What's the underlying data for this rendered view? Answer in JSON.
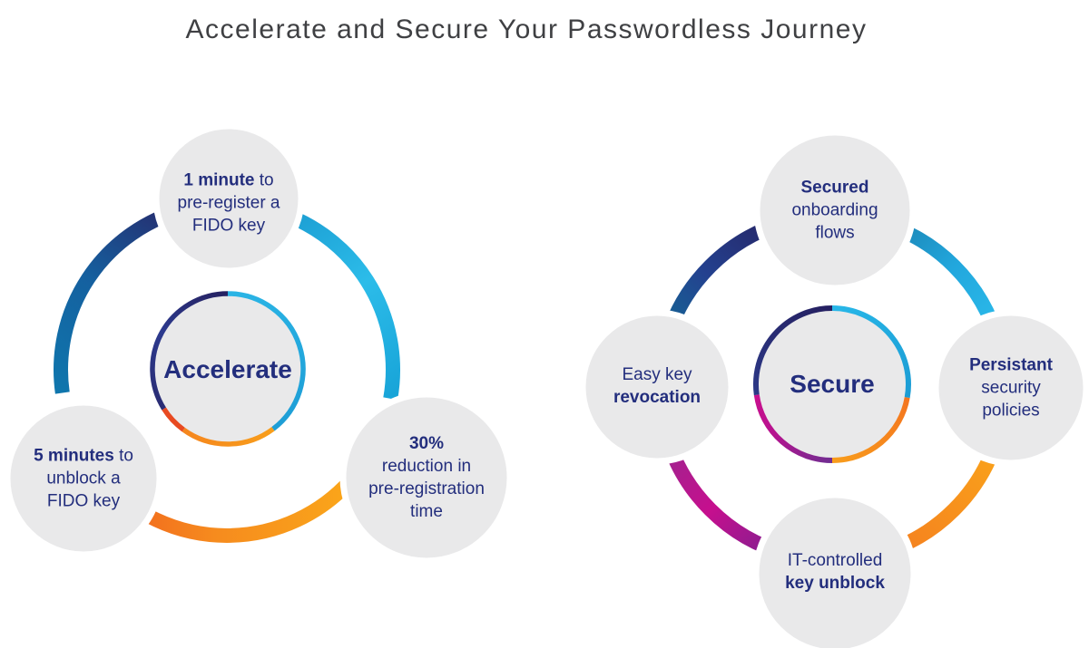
{
  "title": "Accelerate and Secure Your Passwordless Journey",
  "colors": {
    "title_text": "#3f4043",
    "label_text": "#232e7d",
    "circle_fill": "#e9e9ea",
    "navy_dark": "#262262",
    "navy": "#2b3a8e",
    "teal_blue": "#0f76ad",
    "cyan": "#29b6e8",
    "orange_gold": "#f9a11b",
    "orange": "#f7941d",
    "orange_deep": "#f0601f",
    "red_orange": "#e84a21",
    "magenta": "#c9108e",
    "purple": "#702d91"
  },
  "left_diagram": {
    "center": "Accelerate",
    "sat_top": {
      "l1b": "1 minute",
      "l1r": " to",
      "l2": "pre-register a",
      "l3": "FIDO key"
    },
    "sat_bottom_left": {
      "l1b": "5 minutes",
      "l1r": " to",
      "l2": "unblock a",
      "l3": "FIDO key"
    },
    "sat_bottom_right": {
      "l1b": "30%",
      "l2": "reduction in",
      "l3": "pre-registration",
      "l4": "time"
    }
  },
  "right_diagram": {
    "center": "Secure",
    "sat_top": {
      "l1b": "Secured",
      "l2": "onboarding",
      "l3": "flows"
    },
    "sat_right": {
      "l1b": "Persistant",
      "l2": "security",
      "l3": "policies"
    },
    "sat_bottom": {
      "l1": "IT-controlled",
      "l2b": "key unblock"
    },
    "sat_left": {
      "l1": "Easy key",
      "l2b": "revocation"
    }
  }
}
